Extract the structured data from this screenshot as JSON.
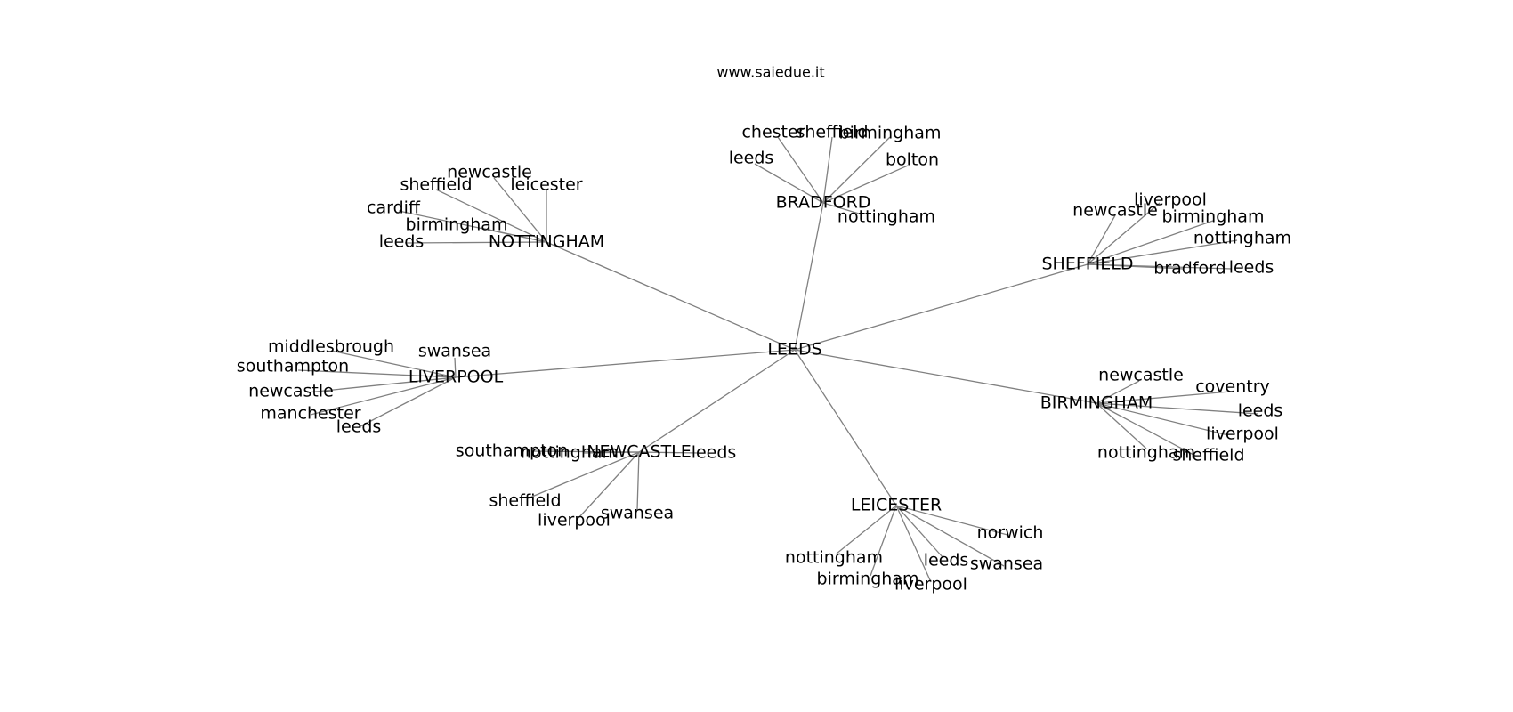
{
  "watermark": "www.saiedue.it",
  "root": "LEEDS",
  "hubs": [
    {
      "id": "nottingham",
      "label": "NOTTINGHAM",
      "children": [
        "newcastle",
        "sheffield",
        "leicester",
        "cardiff",
        "birmingham",
        "leeds"
      ]
    },
    {
      "id": "bradford",
      "label": "BRADFORD",
      "children": [
        "chester",
        "sheffield",
        "birmingham",
        "leeds",
        "bolton",
        "nottingham"
      ]
    },
    {
      "id": "sheffield",
      "label": "SHEFFIELD",
      "children": [
        "liverpool",
        "newcastle",
        "birmingham",
        "nottingham",
        "bradford",
        "leeds"
      ]
    },
    {
      "id": "liverpool",
      "label": "LIVERPOOL",
      "children": [
        "middlesbrough",
        "swansea",
        "southampton",
        "newcastle",
        "manchester",
        "leeds"
      ]
    },
    {
      "id": "birmingham",
      "label": "BIRMINGHAM",
      "children": [
        "newcastle",
        "coventry",
        "leeds",
        "liverpool",
        "nottingham",
        "sheffield"
      ]
    },
    {
      "id": "newcastle",
      "label": "NEWCASTLE",
      "children": [
        "southampton",
        "nottingham",
        "leeds",
        "sheffield",
        "liverpool",
        "swansea"
      ]
    },
    {
      "id": "leicester",
      "label": "LEICESTER",
      "children": [
        "norwich",
        "nottingham",
        "leeds",
        "swansea",
        "birmingham",
        "liverpool"
      ]
    }
  ],
  "colors": {
    "edge": "#808080",
    "text": "#000000",
    "background": "#ffffff"
  }
}
